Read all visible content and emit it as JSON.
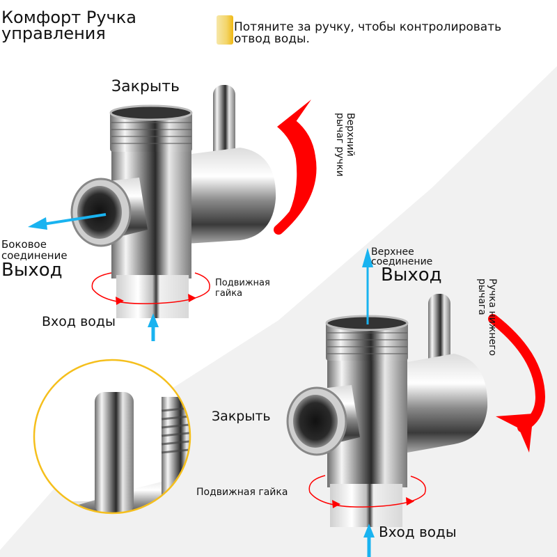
{
  "header": {
    "title_line1": "Комфорт Ручка",
    "title_line2": "управления",
    "note_icon": "yellow-note-icon",
    "note_line1": "Потяните за ручку, чтобы контролировать",
    "note_line2": "отвод воды."
  },
  "top_diagram": {
    "close_label": "Закрыть",
    "lever_label_line1": "Верхний",
    "lever_label_line2": "рычаг ручки",
    "side_outlet_line1": "Боковое",
    "side_outlet_line2": "соединение",
    "side_outlet_line3": "Выход",
    "nut_label_line1": "Подвижная",
    "nut_label_line2": "гайка",
    "inlet_label": "Вход воды"
  },
  "bottom_diagram": {
    "top_outlet_line1": "Верхнее",
    "top_outlet_line2": "соединение",
    "top_outlet_line3": "Выход",
    "lever_label_line1": "Ручка нижнего",
    "lever_label_line2": "рычага",
    "close_label": "Закрыть",
    "nut_label": "Подвижная гайка",
    "inlet_label": "Вход воды"
  },
  "detail_callout": {
    "icon": "lever-closeup-icon"
  },
  "colors": {
    "arrow_red": "#ff0000",
    "flow_blue": "#19b3f0",
    "callout_yellow": "#f5bf1c",
    "bg_gray": "#f1f1f1"
  }
}
